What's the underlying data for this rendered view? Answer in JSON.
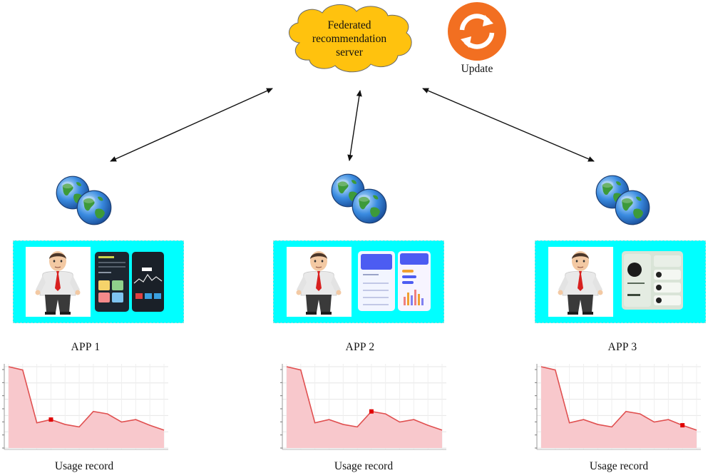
{
  "server": {
    "label_lines": [
      "Federated",
      "recommendation",
      "server"
    ]
  },
  "update": {
    "label": "Update",
    "icon": "refresh-icon",
    "icon_color": "#f26f21"
  },
  "apps": [
    {
      "label": "APP 1",
      "usage_label": "Usage record",
      "theme": "dark",
      "highlight_index": 3
    },
    {
      "label": "APP 2",
      "usage_label": "Usage record",
      "theme": "light",
      "highlight_index": 6
    },
    {
      "label": "APP 3",
      "usage_label": "Usage record",
      "theme": "sage",
      "highlight_index": 10
    }
  ],
  "colors": {
    "cloud_fill": "#ffc20e",
    "panel_bg": "#00ffff",
    "chart_line": "#e05050",
    "chart_fill": "#f8c8cc",
    "marker": "#e00000"
  },
  "chart_data": [
    {
      "type": "area",
      "values": [
        100,
        96,
        31,
        35,
        29,
        26,
        45,
        42,
        32,
        35,
        28,
        22
      ],
      "ylim": [
        0,
        100
      ],
      "highlight_index": 3
    },
    {
      "type": "area",
      "values": [
        100,
        96,
        31,
        35,
        29,
        26,
        45,
        42,
        32,
        35,
        28,
        22
      ],
      "ylim": [
        0,
        100
      ],
      "highlight_index": 6
    },
    {
      "type": "area",
      "values": [
        100,
        96,
        31,
        35,
        29,
        26,
        45,
        42,
        32,
        35,
        28,
        22
      ],
      "ylim": [
        0,
        100
      ],
      "highlight_index": 10
    }
  ]
}
